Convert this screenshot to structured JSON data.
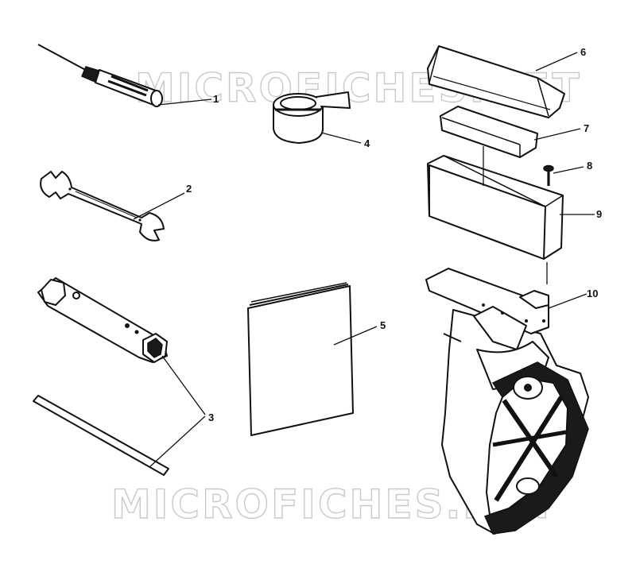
{
  "watermark": {
    "text": "MICROFICHES.NET"
  },
  "callouts": [
    "1",
    "2",
    "3",
    "4",
    "5",
    "6",
    "7",
    "8",
    "9",
    "10"
  ],
  "colors": {
    "ink": "#111111",
    "watermark_outline": "#c9c9c9",
    "background": "#ffffff"
  }
}
